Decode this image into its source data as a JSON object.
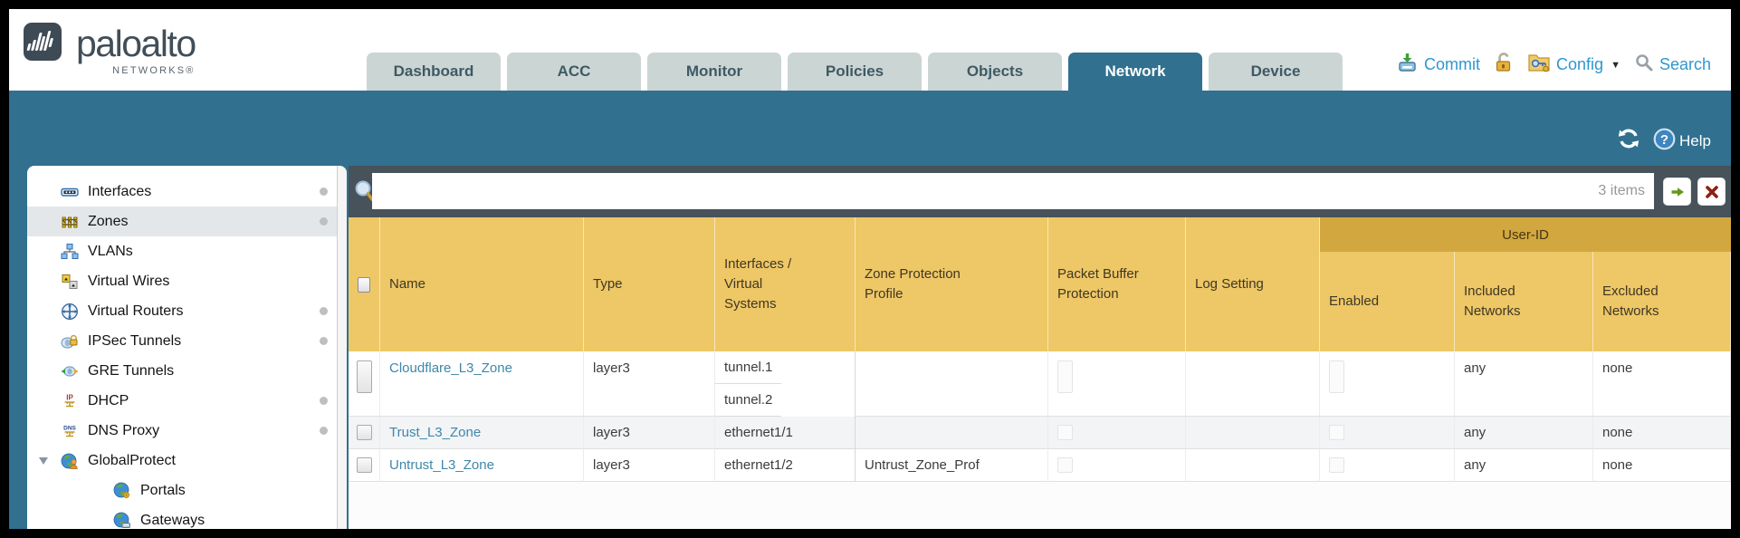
{
  "header": {
    "logo": {
      "brand": "paloalto",
      "subtitle": "NETWORKS®"
    },
    "tabs": [
      {
        "label": "Dashboard",
        "active": false
      },
      {
        "label": "ACC",
        "active": false
      },
      {
        "label": "Monitor",
        "active": false
      },
      {
        "label": "Policies",
        "active": false
      },
      {
        "label": "Objects",
        "active": false
      },
      {
        "label": "Network",
        "active": true
      },
      {
        "label": "Device",
        "active": false
      }
    ],
    "actions": {
      "commit": "Commit",
      "config": "Config",
      "config_caret": "▼",
      "search": "Search"
    }
  },
  "banner": {
    "help": "Help",
    "help_glyph": "?"
  },
  "sidebar": {
    "items": [
      {
        "label": "Interfaces",
        "dot": true,
        "selected": false
      },
      {
        "label": "Zones",
        "dot": true,
        "selected": true
      },
      {
        "label": "VLANs",
        "dot": false,
        "selected": false
      },
      {
        "label": "Virtual Wires",
        "dot": false,
        "selected": false
      },
      {
        "label": "Virtual Routers",
        "dot": true,
        "selected": false
      },
      {
        "label": "IPSec Tunnels",
        "dot": true,
        "selected": false
      },
      {
        "label": "GRE Tunnels",
        "dot": false,
        "selected": false
      },
      {
        "label": "DHCP",
        "dot": true,
        "selected": false
      },
      {
        "label": "DNS Proxy",
        "dot": true,
        "selected": false
      },
      {
        "label": "GlobalProtect",
        "dot": false,
        "selected": false,
        "expanded": true
      },
      {
        "label": "Portals",
        "dot": false,
        "selected": false,
        "indent": true
      },
      {
        "label": "Gateways",
        "dot": false,
        "selected": false,
        "indent": true
      }
    ]
  },
  "toolbar": {
    "search_value": "",
    "items_count": "3 items"
  },
  "table": {
    "group_header": "User-ID",
    "columns": {
      "name": "Name",
      "type": "Type",
      "interfaces": "Interfaces / Virtual Systems",
      "zone_protection": "Zone Protection Profile",
      "packet_buffer": "Packet Buffer Protection",
      "log_setting": "Log Setting",
      "enabled": "Enabled",
      "included": "Included Networks",
      "excluded": "Excluded Networks"
    },
    "rows": [
      {
        "name": "Cloudflare_L3_Zone",
        "type": "layer3",
        "interfaces": [
          "tunnel.1",
          "tunnel.2"
        ],
        "zone_protection": "",
        "log_setting": "",
        "included": "any",
        "excluded": "none"
      },
      {
        "name": "Trust_L3_Zone",
        "type": "layer3",
        "interfaces": [
          "ethernet1/1"
        ],
        "zone_protection": "",
        "log_setting": "",
        "included": "any",
        "excluded": "none"
      },
      {
        "name": "Untrust_L3_Zone",
        "type": "layer3",
        "interfaces": [
          "ethernet1/2"
        ],
        "zone_protection": "Untrust_Zone_Prof",
        "log_setting": "",
        "included": "any",
        "excluded": "none"
      }
    ]
  },
  "icons": {
    "dhcp_text": "IP",
    "dns_text": "DNS"
  },
  "colors": {
    "teal": "#31708f",
    "toolbar_dark": "#47525a",
    "header_gold": "#eec766",
    "userid_gold": "#d2a73f",
    "link_blue": "#3e87aa",
    "action_blue": "#2f97cf"
  }
}
